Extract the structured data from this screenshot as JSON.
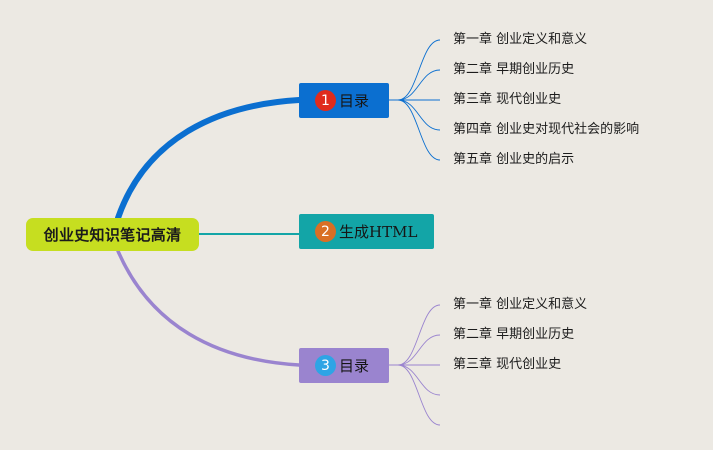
{
  "root": {
    "label": "创业史知识笔记高清"
  },
  "topics": [
    {
      "number": "1",
      "label": "目录",
      "color": "#0b6fd0",
      "badge_color": "#e02b1c",
      "children": [
        "第一章 创业定义和意义",
        "第二章 早期创业历史",
        "第三章 现代创业史",
        "第四章 创业史对现代社会的影响",
        "第五章 创业史的启示"
      ]
    },
    {
      "number": "2",
      "label": "生成HTML",
      "color": "#13a5a7",
      "badge_color": "#d96f24",
      "children": []
    },
    {
      "number": "3",
      "label": "目录",
      "color": "#9a84cf",
      "badge_color": "#2ea4e5",
      "children": [
        "第一章 创业定义和意义",
        "第二章 早期创业历史",
        "第三章 现代创业史",
        "",
        ""
      ]
    }
  ]
}
